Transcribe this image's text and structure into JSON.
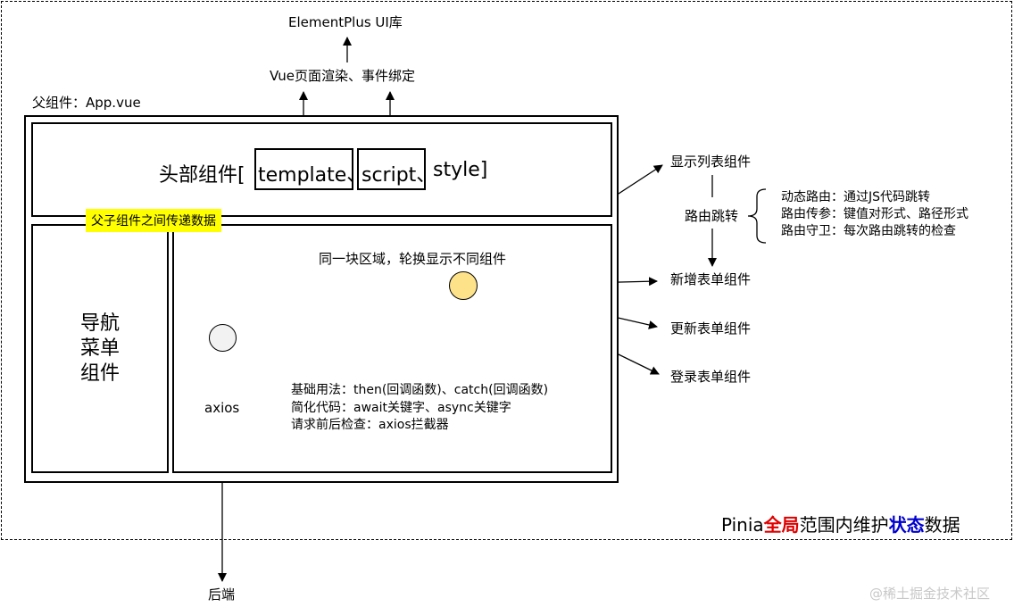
{
  "top": {
    "element_ui": "ElementPlus UI库",
    "vue_render": "Vue页面渲染、事件绑定"
  },
  "parent_label": "父组件：App.vue",
  "header": {
    "prefix": "头部组件[",
    "template": "template、",
    "script": "script、",
    "suffix": "style]"
  },
  "data_passing": "父子组件之间传递数据",
  "nav": {
    "line1": "导航",
    "line2": "菜单",
    "line3": "组件"
  },
  "content": {
    "swap_note": "同一块区域，轮换显示不同组件",
    "axios": "axios",
    "axios_notes": [
      "基础用法：then(回调函数)、catch(回调函数)",
      "简化代码：await关键字、async关键字",
      "请求前后检查：axios拦截器"
    ],
    "backend": "后端"
  },
  "components": {
    "list": "显示列表组件",
    "router": "路由跳转",
    "add": "新增表单组件",
    "update": "更新表单组件",
    "login": "登录表单组件"
  },
  "router_notes": [
    "动态路由：通过JS代码跳转",
    "路由传参：键值对形式、路径形式",
    "路由守卫：每次路由跳转的检查"
  ],
  "pinia": {
    "p1": "Pinia",
    "p2": "全局",
    "p3": "范围内维护",
    "p4": "状态",
    "p5": "数据"
  },
  "watermark": "@稀土掘金技术社区",
  "colors": {
    "yellow_circle": "#fde28a",
    "gray_circle": "#f2f2f2",
    "highlight": "#ffff00",
    "pinia_red": "#e00000",
    "pinia_blue": "#0000d0"
  }
}
